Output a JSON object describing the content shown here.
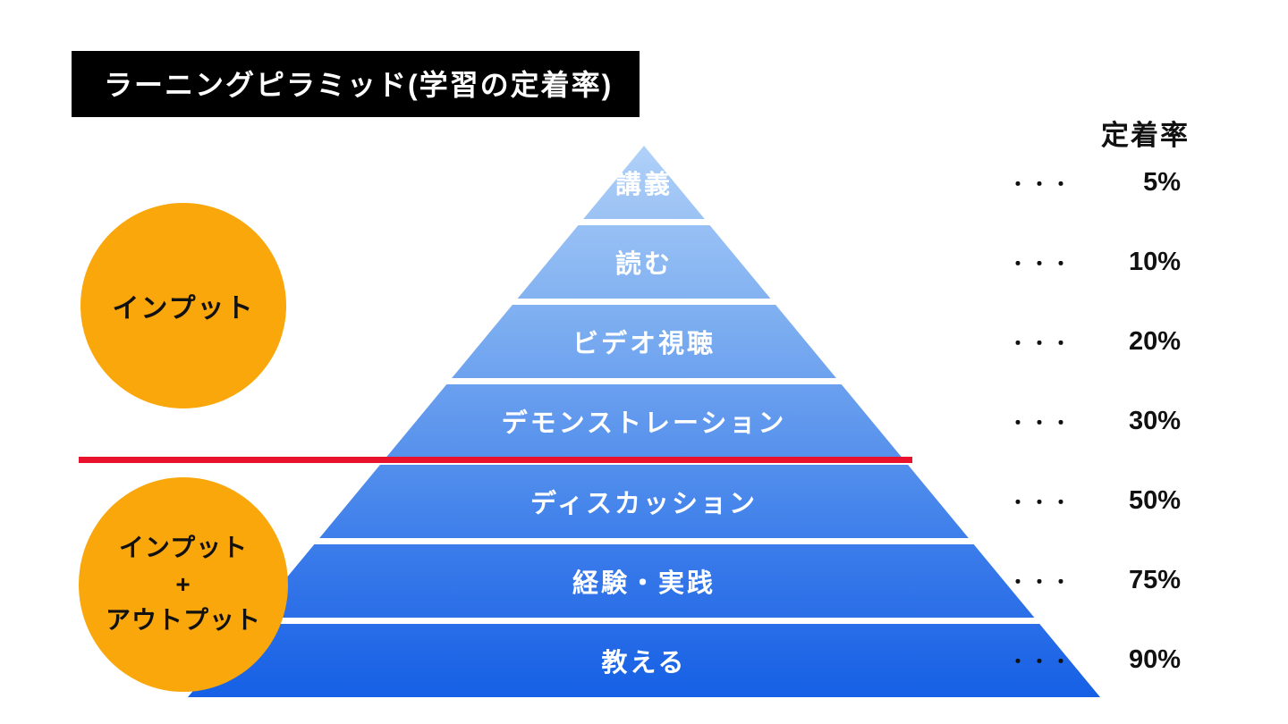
{
  "title": "ラーニングピラミッド(学習の定着率)",
  "retention_header": "定着率",
  "dots": "・・・",
  "input_circle": {
    "label": "インプット"
  },
  "output_circle": {
    "line1": "インプット",
    "line2": "+",
    "line3": "アウトプット"
  },
  "levels": [
    {
      "label": "講義",
      "rate": "5%"
    },
    {
      "label": "読む",
      "rate": "10%"
    },
    {
      "label": "ビデオ視聴",
      "rate": "20%"
    },
    {
      "label": "デモンストレーション",
      "rate": "30%"
    },
    {
      "label": "ディスカッション",
      "rate": "50%"
    },
    {
      "label": "経験・実践",
      "rate": "75%"
    },
    {
      "label": "教える",
      "rate": "90%"
    }
  ],
  "colors": {
    "circle_orange": "#F9A70B",
    "divider_red": "#E8122D",
    "pyramid_top_blue": "#B0D1F9",
    "pyramid_bottom_blue": "#1560E5",
    "title_bg": "#000000",
    "title_text": "#FFFFFF"
  },
  "chart_data": {
    "type": "pyramid",
    "title": "ラーニングピラミッド(学習の定着率)",
    "categories": [
      "講義",
      "読む",
      "ビデオ視聴",
      "デモンストレーション",
      "ディスカッション",
      "経験・実践",
      "教える"
    ],
    "values": [
      5,
      10,
      20,
      30,
      50,
      75,
      90
    ],
    "unit": "%",
    "value_label": "定着率",
    "groups": [
      {
        "label": "インプット",
        "levels": [
          "講義",
          "読む",
          "ビデオ視聴",
          "デモンストレーション"
        ]
      },
      {
        "label": "インプット+アウトプット",
        "levels": [
          "ディスカッション",
          "経験・実践",
          "教える"
        ]
      }
    ]
  }
}
